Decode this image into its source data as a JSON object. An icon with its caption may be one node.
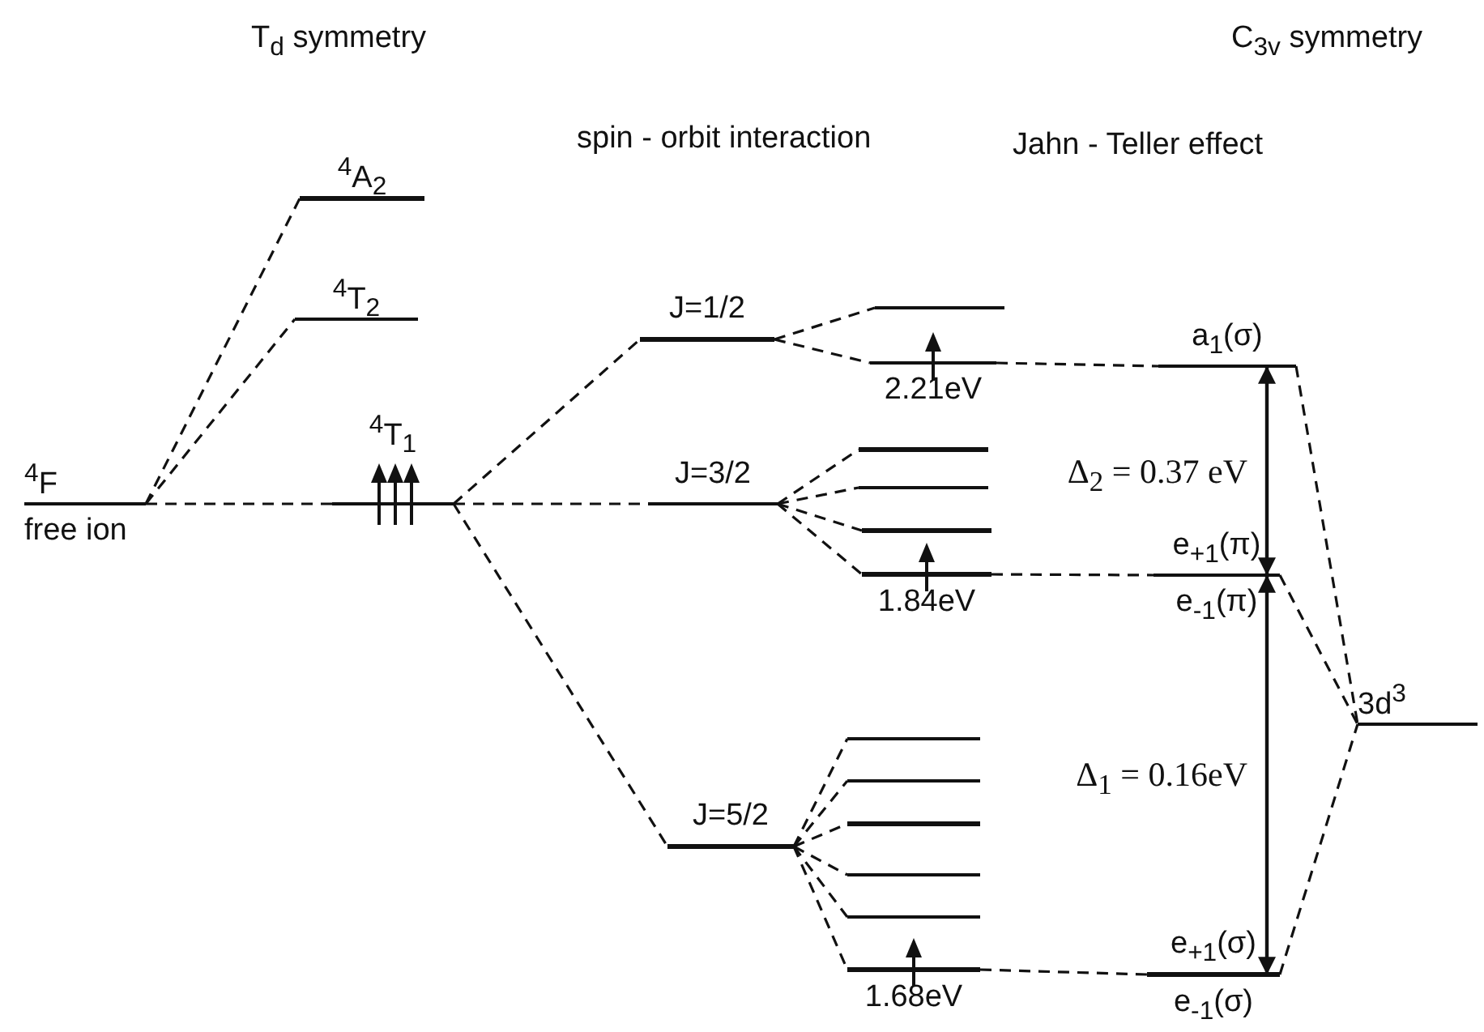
{
  "diagram": {
    "nodes": [
      {
        "text": [
          "$^{4}$F"
        ],
        "beside": [
          "free ion"
        ]
      },
      {
        "text": [
          "$^{4}$A$_{2}$"
        ]
      },
      {
        "text": [
          "$^{4}$T$_{2}$"
        ]
      },
      {
        "text": [
          "$^{4}$T$_{1}$"
        ]
      },
      {
        "text": [
          "J=1/2"
        ]
      },
      {
        "text": [
          "J=3/2"
        ]
      },
      {
        "text": [
          "J=5/2"
        ]
      },
      {
        "text": [],
        "shape": "bar"
      },
      {
        "text": [],
        "shape": "bar",
        "beside": [
          "2.21eV"
        ]
      },
      {
        "text": [],
        "shape": "bar"
      },
      {
        "text": [],
        "shape": "bar"
      },
      {
        "text": [],
        "shape": "bar"
      },
      {
        "text": [],
        "shape": "bar",
        "beside": [
          "1.84eV"
        ]
      },
      {
        "text": [],
        "shape": "bar"
      },
      {
        "text": [],
        "shape": "bar"
      },
      {
        "text": [],
        "shape": "bar"
      },
      {
        "text": [],
        "shape": "bar"
      },
      {
        "text": [],
        "shape": "bar"
      },
      {
        "text": [],
        "shape": "bar",
        "beside": [
          "1.68eV"
        ]
      },
      {
        "text": [
          "a$_{1}$(σ)"
        ]
      },
      {
        "text": [
          "e$_{+1}$(π)",
          "e$_{-1}$(π)"
        ]
      },
      {
        "text": [
          "e$_{+1}$(σ)",
          "e$_{-1}$(σ)"
        ]
      },
      {
        "text": [
          "3d$^{3}$"
        ]
      }
    ],
    "edges": [
      {
        "from": 0,
        "to": 1,
        "arrow": "none",
        "style": "dashed"
      },
      {
        "from": 0,
        "to": 2,
        "arrow": "none",
        "style": "dashed"
      },
      {
        "from": 0,
        "to": 3,
        "arrow": "none",
        "style": "dashed"
      },
      {
        "from": 3,
        "to": 4,
        "arrow": "none",
        "style": "dashed"
      },
      {
        "from": 3,
        "to": 5,
        "arrow": "none",
        "style": "dashed"
      },
      {
        "from": 3,
        "to": 6,
        "arrow": "none",
        "style": "dashed"
      },
      {
        "from": 4,
        "to": 7,
        "arrow": "none",
        "style": "dashed"
      },
      {
        "from": 4,
        "to": 8,
        "arrow": "none",
        "style": "dashed"
      },
      {
        "from": 5,
        "to": 9,
        "arrow": "none",
        "style": "dashed"
      },
      {
        "from": 5,
        "to": 10,
        "arrow": "none",
        "style": "dashed"
      },
      {
        "from": 5,
        "to": 11,
        "arrow": "none",
        "style": "dashed"
      },
      {
        "from": 5,
        "to": 12,
        "arrow": "none",
        "style": "dashed"
      },
      {
        "from": 6,
        "to": 13,
        "arrow": "none",
        "style": "dashed"
      },
      {
        "from": 6,
        "to": 14,
        "arrow": "none",
        "style": "dashed"
      },
      {
        "from": 6,
        "to": 15,
        "arrow": "none",
        "style": "dashed"
      },
      {
        "from": 6,
        "to": 16,
        "arrow": "none",
        "style": "dashed"
      },
      {
        "from": 6,
        "to": 17,
        "arrow": "none",
        "style": "dashed"
      },
      {
        "from": 6,
        "to": 18,
        "arrow": "none",
        "style": "dashed"
      },
      {
        "from": 8,
        "to": 19,
        "arrow": "none",
        "style": "dashed"
      },
      {
        "from": 12,
        "to": 20,
        "arrow": "none",
        "style": "dashed"
      },
      {
        "from": 18,
        "to": 21,
        "arrow": "none",
        "style": "dashed"
      },
      {
        "from": 19,
        "to": 22,
        "arrow": "none",
        "style": "dashed"
      },
      {
        "from": 20,
        "to": 22,
        "arrow": "none",
        "style": "dashed"
      },
      {
        "from": 21,
        "to": 22,
        "arrow": "none",
        "style": "dashed"
      },
      {
        "from": 19,
        "to": 20,
        "arrow": "both",
        "label": "Δ$_{2}$ = 0.37 eV"
      },
      {
        "from": 20,
        "to": 21,
        "arrow": "both",
        "label": "Δ$_{1}$ = 0.16eV"
      }
    ],
    "labels": [
      "T$_{d}$ symmetry",
      "C$_{3v}$ symmetry",
      "spin - orbit interaction",
      "Jahn - Teller effect"
    ]
  }
}
